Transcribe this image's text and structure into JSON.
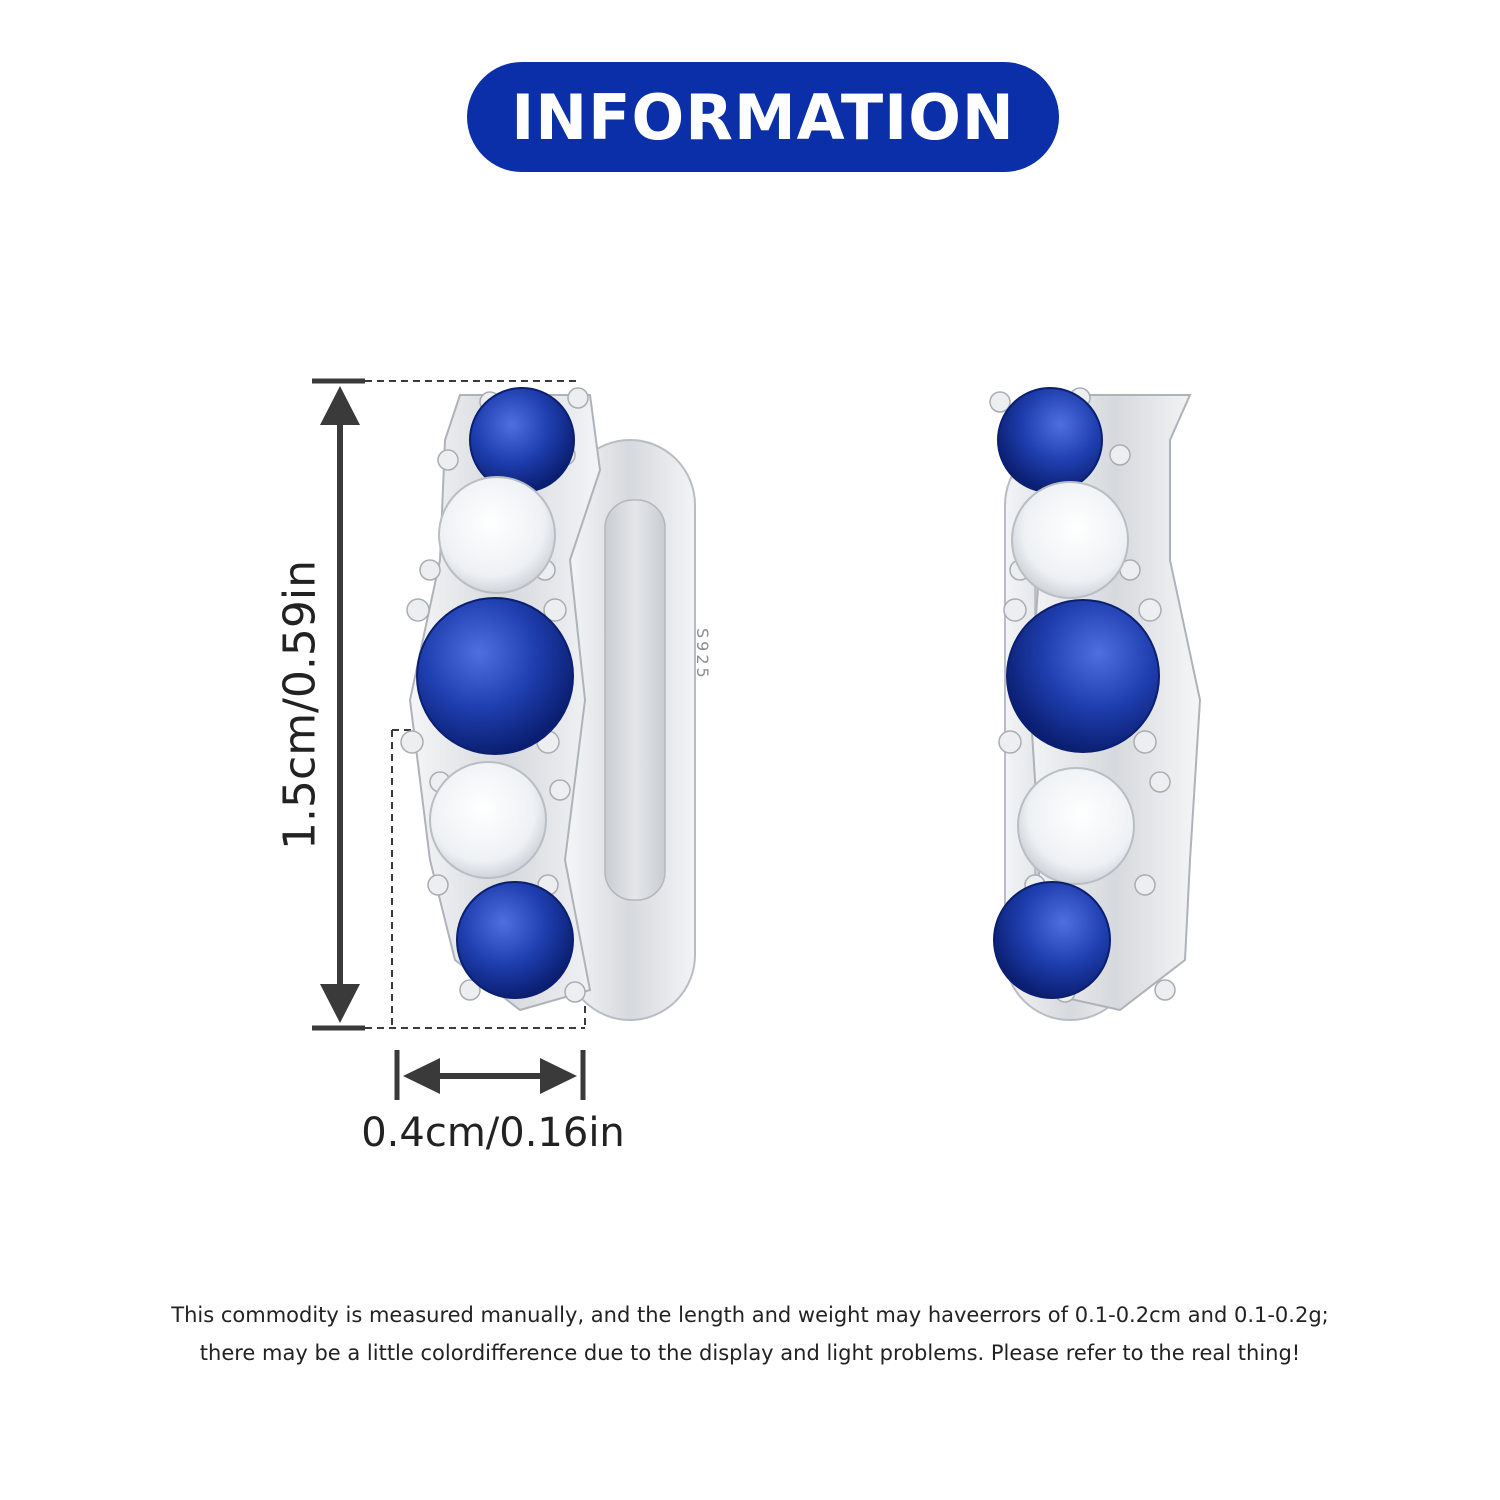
{
  "header": {
    "title": "INFORMATION"
  },
  "dimensions": {
    "height_label": "1.5cm/0.59in",
    "width_label": "0.4cm/0.16in"
  },
  "earring": {
    "stamp": "S925"
  },
  "disclaimer": {
    "line1": "This commodity is measured manually, and the length and weight may haveerrors of 0.1-0.2cm and 0.1-0.2g;",
    "line2": "there may be a little colordifference due to the display and light problems. Please refer to the real thing!"
  },
  "colors": {
    "brand_blue": "#0a2fa8",
    "sapphire": "#1f3fb0",
    "silver": "#d9dce0",
    "crystal": "#f4f6f8",
    "dimension_gray": "#3a3a3a"
  }
}
